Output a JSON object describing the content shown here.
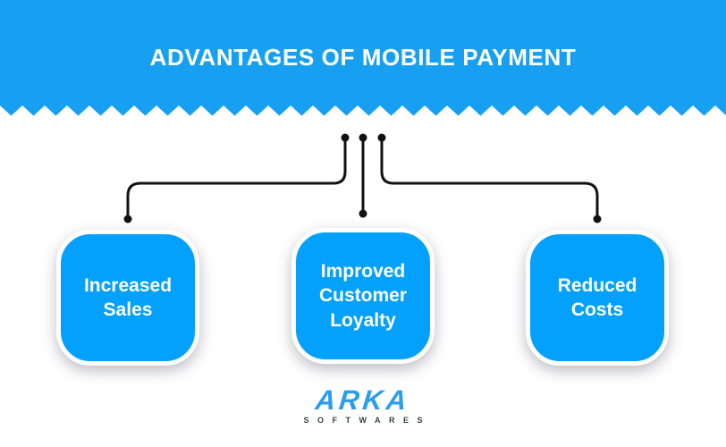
{
  "header": {
    "title": "ADVANTAGES OF MOBILE PAYMENT",
    "background_color": "#17a0f1",
    "text_color": "#ffffff"
  },
  "advantages": [
    {
      "label": "Increased Sales"
    },
    {
      "label": "Improved Customer Loyalty"
    },
    {
      "label": "Reduced Costs"
    }
  ],
  "box_style": {
    "fill_color": "#03a1fc",
    "border_color": "#ffffff",
    "text_color": "#ffffff"
  },
  "connector": {
    "color": "#121212"
  },
  "logo": {
    "brand": "ARKA",
    "tagline": "SOFTWARES",
    "brand_color": "#2a9df0",
    "tagline_color": "#3a3f44"
  }
}
